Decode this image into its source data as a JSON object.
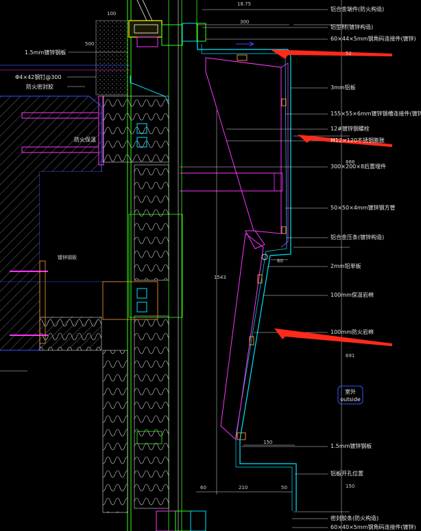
{
  "labels": {
    "aluminum_trim": "铝合金端件(防火构造)",
    "galv_square_tube": "铝型材(镀锌构造)",
    "galv_angle": "60×44×5mm钢角码连接件(镀锌)",
    "plate_3mm": "3mm铝板",
    "channel_155": "155×55×6mm镀锌钢槽连接件(镀锌)",
    "bolt_12": "12#镀锌钢螺栓",
    "anchor_m12": "M12×120不锈钢膨胀",
    "plate_300": "300×200×8后置埋件",
    "tube_50": "50×50×4mm镀锌钢方管",
    "aluminum_cap": "铝合金压条(镀锌构造)",
    "plate_2mm": "2mm铝单板",
    "stone_100a": "100mm保温岩棉",
    "stone_100b": "100mm防火岩棉",
    "sheet_1_5r": "1.5mm镀锌钢板",
    "slot": "铝板开孔位置",
    "seal_bottom": "密封胶条(防火构造)",
    "angle_bottom": "60×40×5mm钢角码连接件(镀锌)",
    "left_sheet": "1.5mm镀锌钢板",
    "left_bolt": "Φ4×42钢钉@300",
    "left_fire": "防火密封胶",
    "left_insul": "防火保温",
    "left_small": "镀锌钢板"
  },
  "dimensions": {
    "top_100": "100",
    "top_1875": "18.75",
    "d300": "300",
    "d52": "52",
    "d500": "500",
    "d888": "888",
    "d60": "60",
    "d1543": "1543",
    "d150a": "150",
    "d150b": "150",
    "d60b": "60",
    "d210": "210",
    "d50": "50",
    "d691": "691"
  },
  "outside_badge": {
    "cn": "室外",
    "en": "outside"
  },
  "colors": {
    "background": "#000000",
    "cyan": "#00e5ff",
    "magenta": "#ff35ff",
    "green": "#39ff14",
    "yellow": "#ffff00",
    "red_arrow": "#ff2a1a",
    "blue": "#3355ff",
    "orange": "#ffa030",
    "white": "#e8e8e8"
  }
}
